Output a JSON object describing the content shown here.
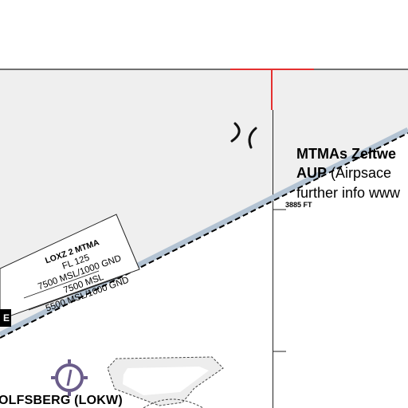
{
  "notice": {
    "title": "MTMAs Zeltwe",
    "line2_bold": "AUP",
    "line2_rest": " (Airpsace",
    "line3": "further info www"
  },
  "elevation_label": "3885 FT",
  "mtma_box": {
    "name": "LOXZ 2 MTMA",
    "line1": "FL 125",
    "line2": "7500 MSL/1000 GND",
    "line3": "7500 MSL",
    "line4": "5500 MSL/1000 GND",
    "tag": "E"
  },
  "aerodrome": {
    "name": "OLFSBERG (LOKW)"
  },
  "colors": {
    "airspace_fill": "#efefef",
    "boundary_blue": "#b3c3d3",
    "marker_red": "#e53030",
    "aerodrome_symbol": "#6a5c8a"
  }
}
